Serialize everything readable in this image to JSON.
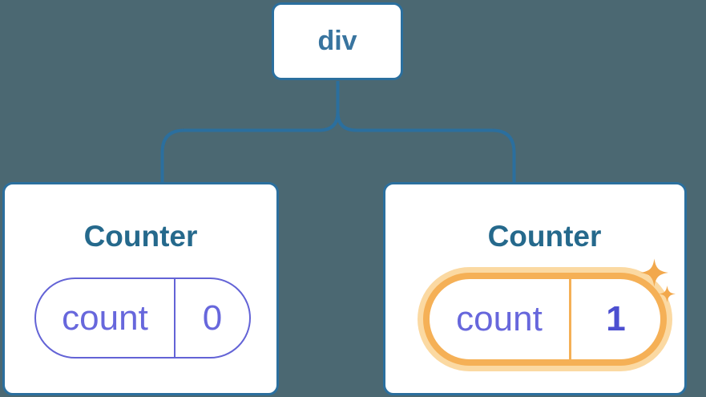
{
  "diagram": {
    "description": "React component tree: div root with two Counter children; second Counter state changed",
    "background_color": "#4b6872",
    "connector_color": "#2b6f9e",
    "root": {
      "label": "div"
    },
    "nodes": [
      {
        "title": "Counter",
        "state_name": "count",
        "state_value": "0",
        "highlighted": false
      },
      {
        "title": "Counter",
        "state_name": "count",
        "state_value": "1",
        "highlighted": true
      }
    ],
    "colors": {
      "card_background": "#ffffff",
      "card_border": "#2b6f9e",
      "root_label": "#38749f",
      "card_title": "#25698c",
      "state_pill_border": "#6363d6",
      "state_text": "#6767dc",
      "state_value_highlighted": "#4c4fd0",
      "highlight_ring": "#f5b056",
      "highlight_glow": "#fbd9a2",
      "sparkle": "#f2a84c"
    },
    "icons": {
      "sparkles": "sparkles-icon"
    }
  }
}
